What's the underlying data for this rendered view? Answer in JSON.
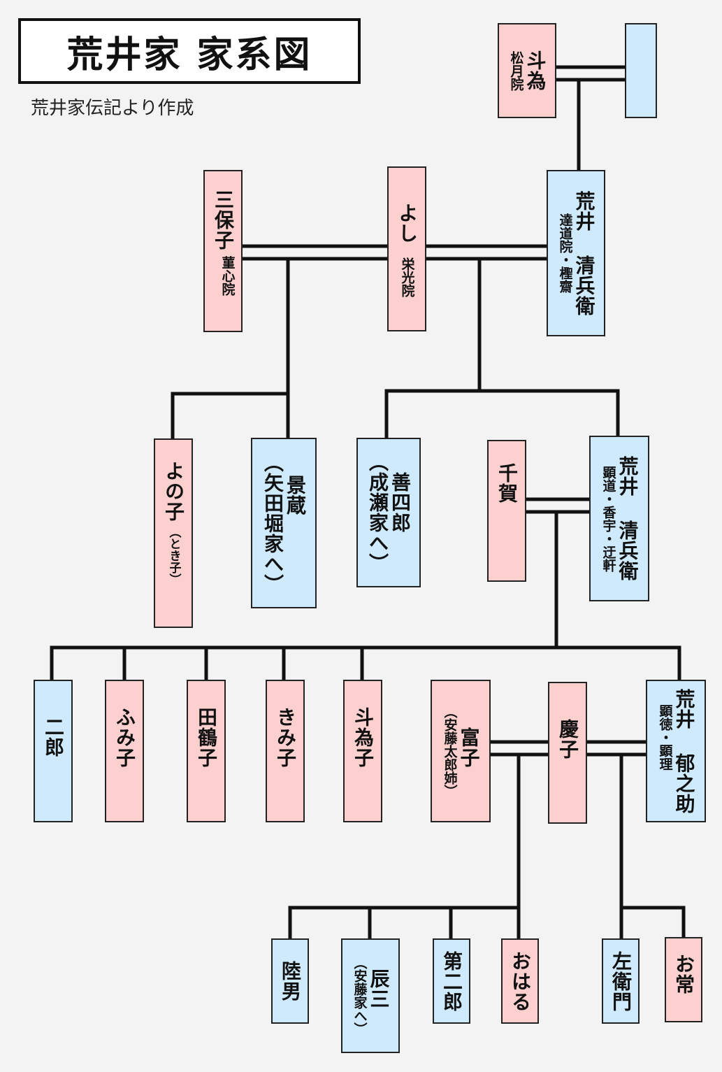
{
  "header": {
    "title": "荒井家 家系図",
    "source": "荒井家伝記より作成"
  },
  "colors": {
    "male": "#cfeafc",
    "female": "#fdd0d0",
    "line": "#111111"
  },
  "people": {
    "tome": {
      "name": "斗為",
      "sub": "松月院",
      "note": ""
    },
    "unknown_husband": {
      "name": "",
      "sub": "",
      "note": ""
    },
    "seibei1": {
      "name": "荒井 清兵衛",
      "sub": "達道院・檉齋",
      "note": ""
    },
    "yoshi": {
      "name": "よし",
      "sub": "栄光院",
      "note": ""
    },
    "mihoko": {
      "name": "三保子",
      "sub": "菫心院",
      "note": ""
    },
    "yonoko": {
      "name": "よの子",
      "sub": "",
      "note": "（とき子）"
    },
    "kagezo": {
      "name": "景蔵",
      "sub": "",
      "note": "（矢田堀家へ）"
    },
    "zenshiro": {
      "name": "善四郎",
      "sub": "",
      "note": "（成瀬家へ）"
    },
    "chiga": {
      "name": "千賀",
      "sub": "",
      "note": ""
    },
    "seibei2": {
      "name": "荒井 清兵衛",
      "sub": "顕道・香宇・迂軒",
      "note": ""
    },
    "jiro": {
      "name": "二郎",
      "sub": "",
      "note": ""
    },
    "fumiko": {
      "name": "ふみ子",
      "sub": "",
      "note": ""
    },
    "tazuko": {
      "name": "田鶴子",
      "sub": "",
      "note": ""
    },
    "kimiko": {
      "name": "きみ子",
      "sub": "",
      "note": ""
    },
    "tomeko": {
      "name": "斗為子",
      "sub": "",
      "note": ""
    },
    "tomiko": {
      "name": "富子",
      "sub": "",
      "note": "（安藤太郎姉）"
    },
    "keiko": {
      "name": "慶子",
      "sub": "",
      "note": ""
    },
    "ikunosuke": {
      "name": "荒井 郁之助",
      "sub": "顕徳・顕理",
      "note": ""
    },
    "mutsuo": {
      "name": "陸男",
      "sub": "",
      "note": ""
    },
    "tatsuzo": {
      "name": "辰三",
      "sub": "",
      "note": "（安藤家へ）"
    },
    "dainijiro": {
      "name": "第二郎",
      "sub": "",
      "note": ""
    },
    "oharu": {
      "name": "おはる",
      "sub": "",
      "note": ""
    },
    "saemon": {
      "name": "左衛門",
      "sub": "",
      "note": ""
    },
    "otsune": {
      "name": "お常",
      "sub": "",
      "note": ""
    }
  }
}
